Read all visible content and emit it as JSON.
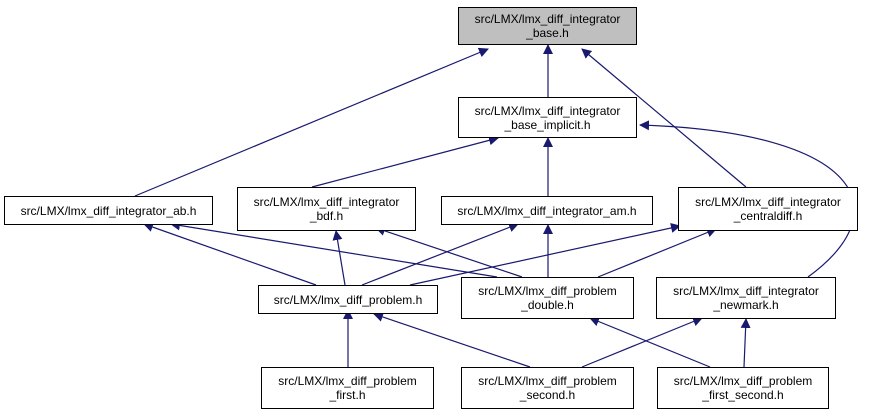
{
  "colors": {
    "edge": "#191970",
    "node_border": "#000000",
    "root_fill": "#bfbfbf",
    "node_fill": "#ffffff"
  },
  "nodes": {
    "base": [
      "src/LMX/lmx_diff_integrator",
      "_base.h"
    ],
    "base_implicit": [
      "src/LMX/lmx_diff_integrator",
      "_base_implicit.h"
    ],
    "ab": [
      "src/LMX/lmx_diff_integrator_ab.h"
    ],
    "bdf": [
      "src/LMX/lmx_diff_integrator",
      "_bdf.h"
    ],
    "am": [
      "src/LMX/lmx_diff_integrator_am.h"
    ],
    "centraldiff": [
      "src/LMX/lmx_diff_integrator",
      "_centraldiff.h"
    ],
    "problem": [
      "src/LMX/lmx_diff_problem.h"
    ],
    "problem_double": [
      "src/LMX/lmx_diff_problem",
      "_double.h"
    ],
    "newmark": [
      "src/LMX/lmx_diff_integrator",
      "_newmark.h"
    ],
    "problem_first": [
      "src/LMX/lmx_diff_problem",
      "_first.h"
    ],
    "problem_second": [
      "src/LMX/lmx_diff_problem",
      "_second.h"
    ],
    "problem_first_second": [
      "src/LMX/lmx_diff_problem",
      "_first_second.h"
    ]
  }
}
